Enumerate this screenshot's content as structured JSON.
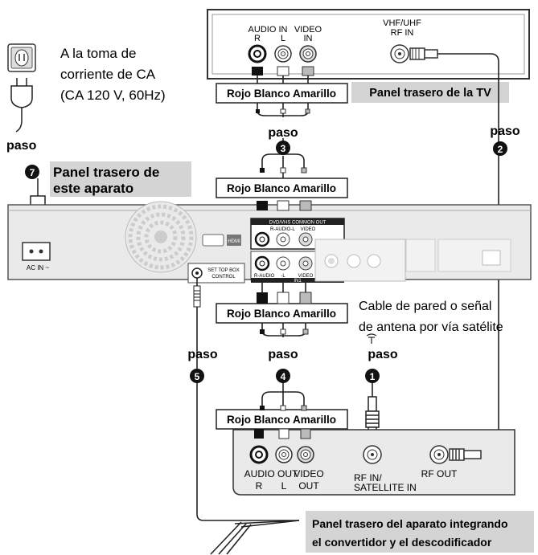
{
  "tv": {
    "panel_label": "Panel trasero de la TV",
    "audio_in": "AUDIO IN",
    "audio_r": "R",
    "audio_l": "L",
    "video_in_line1": "VIDEO",
    "video_in_line2": "IN",
    "rf_in_line1": "VHF/UHF",
    "rf_in_line2": "RF IN"
  },
  "outlet": {
    "line1": "A la toma de",
    "line2": "corriente de CA",
    "line3": "(CA 120 V, 60Hz)"
  },
  "unit": {
    "panel_label_line1": "Panel trasero de",
    "panel_label_line2": "este aparato",
    "ac_in": "AC IN ~",
    "dvd_vhs_common_out": "DVD/VHS COMMON OUT",
    "r_audio_l": "R-AUDIO-L",
    "video": "VIDEO",
    "r_audio": "R-AUDIO",
    "l": "-L",
    "in1": "IN1",
    "set_top_box_line1": "SET TOP BOX",
    "set_top_box_line2": "CONTROL",
    "hdmi": "HDMI"
  },
  "cables": {
    "rca_label": "Rojo Blanco Amarillo",
    "step_word": "paso"
  },
  "steps": [
    "1",
    "2",
    "3",
    "4",
    "5",
    "7"
  ],
  "antenna": {
    "line1": "Cable de pared o señal",
    "line2": "de antena por vía satélite"
  },
  "stb": {
    "audio_out": "AUDIO OUT",
    "r": "R",
    "l": "L",
    "video_out_line1": "VIDEO",
    "video_out_line2": "OUT",
    "rf_in_line1": "RF IN/",
    "rf_in_line2": "SATELLITE IN",
    "rf_out": "RF OUT",
    "panel_label_line1": "Panel trasero del aparato integrando",
    "panel_label_line2": "el convertidor y el descodificador"
  },
  "colors": {
    "label_gray": "#d4d4d4",
    "panel_stroke": "#333333",
    "unit_fill": "#e6e6e6",
    "cable": "#222222"
  }
}
